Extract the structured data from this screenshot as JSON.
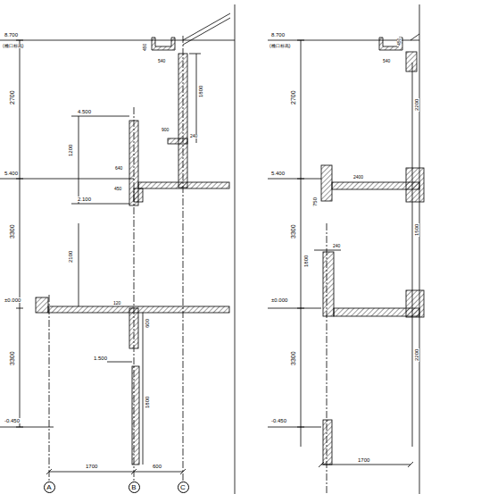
{
  "diagram": {
    "nodes": [
      {
        "text": [
          "A"
        ]
      },
      {
        "text": [
          "B"
        ]
      },
      {
        "text": [
          "C"
        ]
      }
    ],
    "labels": [
      "8.700",
      "(檐口标高)",
      "2700",
      "3300",
      "3300",
      "5.400",
      "±0.000",
      "-0.450",
      "1700",
      "600",
      "1200",
      "2100",
      "640",
      "900",
      "1800",
      "600",
      "1800",
      "450",
      "4.500",
      "2.100",
      "540",
      "450",
      "240",
      "120",
      "1.500",
      "8.700",
      "(檐口标高)",
      "2700",
      "3300",
      "3300",
      "5.400",
      "±0.000",
      "-0.450",
      "1700",
      "2200",
      "1500",
      "2200",
      "2400",
      "1800",
      "750",
      "240",
      "540",
      "450"
    ]
  }
}
